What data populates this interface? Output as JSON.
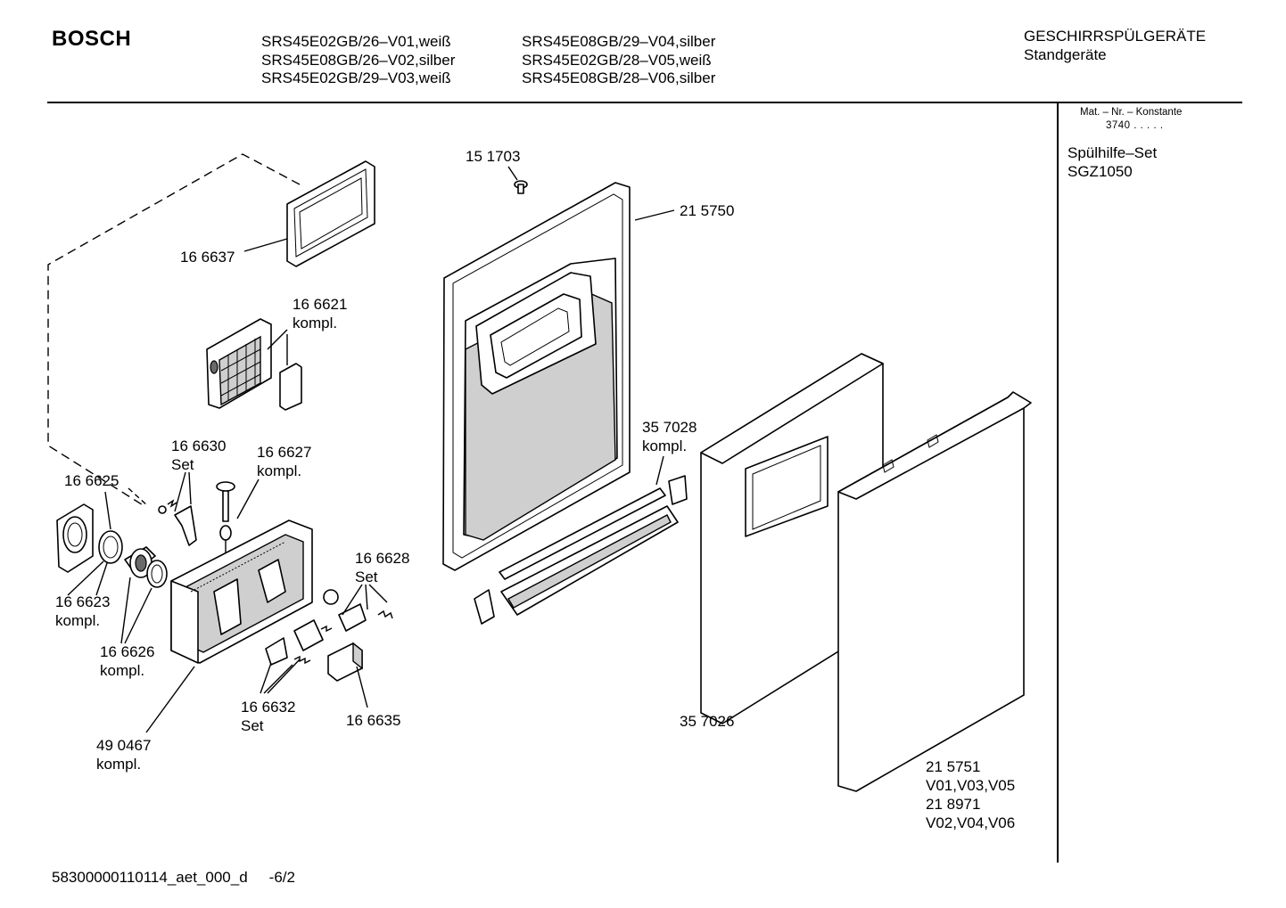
{
  "header": {
    "brand": "BOSCH",
    "models_left": [
      "SRS45E02GB/26–V01,weiß",
      "SRS45E08GB/26–V02,silber",
      "SRS45E02GB/29–V03,weiß"
    ],
    "models_right": [
      "SRS45E08GB/29–V04,silber",
      "SRS45E02GB/28–V05,weiß",
      "SRS45E08GB/28–V06,silber"
    ],
    "category": "GESCHIRRSPÜLGERÄTE",
    "subcategory": "Standgeräte"
  },
  "sidebar": {
    "mat_header": "Mat. – Nr. – Konstante",
    "mat_constant": "3740  .  .  .  .  .",
    "set_name": "Spülhilfe–Set",
    "set_code": "SGZ1050"
  },
  "parts": {
    "p151703": "15 1703",
    "p215750": "21 5750",
    "p166637": "16 6637",
    "p166621": "16 6621",
    "p166621_note": "kompl.",
    "p166630": "16 6630",
    "p166630_note": "Set",
    "p166627": "16 6627",
    "p166627_note": "kompl.",
    "p166625": "16 6625",
    "p357028": "35 7028",
    "p357028_note": "kompl.",
    "p166628": "16 6628",
    "p166628_note": "Set",
    "p166623": "16 6623",
    "p166623_note": "kompl.",
    "p166626": "16 6626",
    "p166626_note": "kompl.",
    "p166632": "16 6632",
    "p166632_note": "Set",
    "p166635": "16 6635",
    "p357026": "35 7026",
    "p490467": "49 0467",
    "p490467_note": "kompl.",
    "p215751": "21 5751",
    "p215751_note": "V01,V03,V05",
    "p218971": "21 8971",
    "p218971_note": "V02,V04,V06"
  },
  "footer": {
    "doc_id": "58300000110114_aet_000_d",
    "page": "-6/2"
  }
}
